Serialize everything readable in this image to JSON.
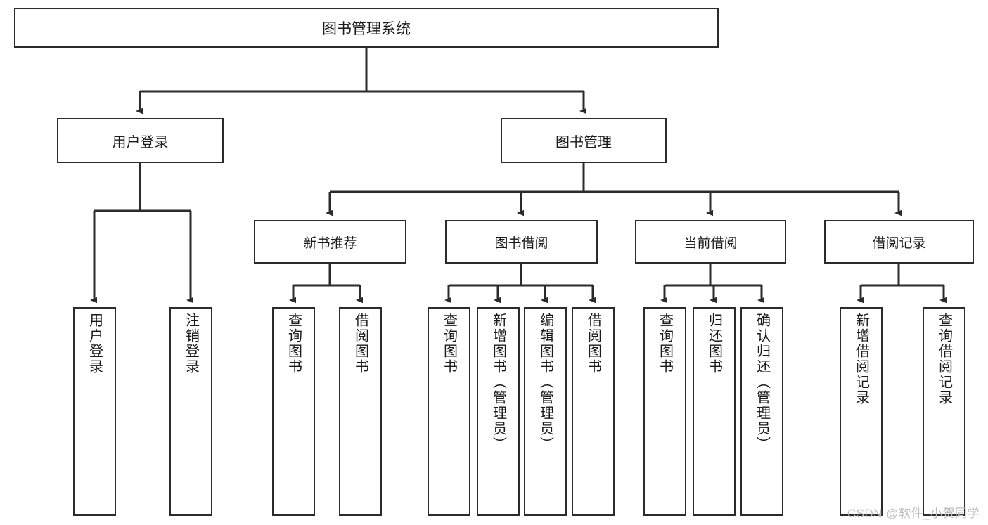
{
  "diagram": {
    "title": "图书管理系统",
    "watermark": "CSDN @软件_小贺同学",
    "colors": {
      "box_border": "#2b2b2b",
      "box_fill": "#ffffff",
      "connector": "#2b2b2b",
      "text": "#1a1a1a",
      "watermark": "#bdbdbd"
    },
    "root": {
      "label": "图书管理系统"
    },
    "level1": [
      {
        "label": "用户登录"
      },
      {
        "label": "图书管理"
      }
    ],
    "level2": [
      {
        "label": "新书推荐"
      },
      {
        "label": "图书借阅"
      },
      {
        "label": "当前借阅"
      },
      {
        "label": "借阅记录"
      }
    ],
    "leaves": {
      "user_login": [
        {
          "label": "用户登录"
        },
        {
          "label": "注销登录"
        }
      ],
      "new_book_recommend": [
        {
          "label": "查询图书"
        },
        {
          "label": "借阅图书"
        }
      ],
      "book_borrow": [
        {
          "label": "查询图书"
        },
        {
          "label": "新增图书（管理员）"
        },
        {
          "label": "编辑图书（管理员）"
        },
        {
          "label": "借阅图书"
        }
      ],
      "current_borrow": [
        {
          "label": "查询图书"
        },
        {
          "label": "归还图书"
        },
        {
          "label": "确认归还（管理员）"
        }
      ],
      "borrow_record": [
        {
          "label": "新增借阅记录"
        },
        {
          "label": "查询借阅记录"
        }
      ]
    }
  }
}
